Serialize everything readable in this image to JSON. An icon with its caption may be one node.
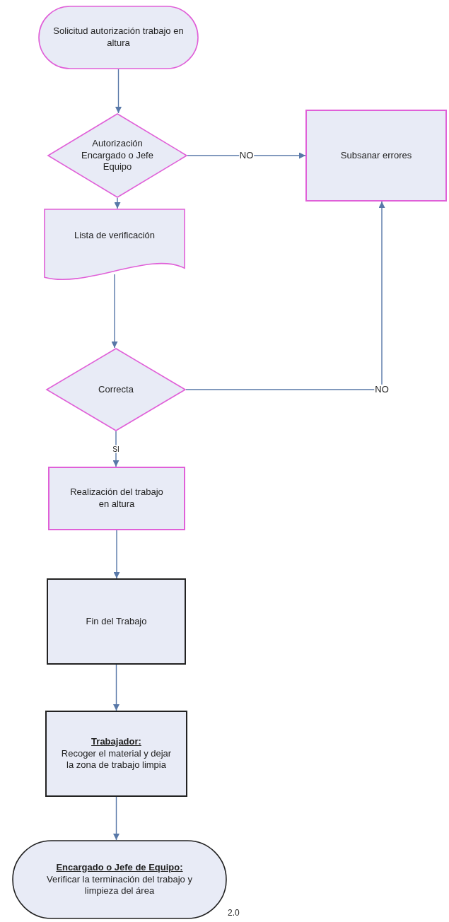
{
  "diagram": {
    "nodes": [
      {
        "text": [
          "Solicitud autorización trabajo en altura"
        ]
      },
      {
        "text": [
          "Autorización Encargado o Jefe Equipo"
        ]
      },
      {
        "text": [
          "Subsanar errores"
        ]
      },
      {
        "text": [
          "Lista de verificación"
        ]
      },
      {
        "text": [
          "Correcta"
        ]
      },
      {
        "text": [
          "Realización del trabajo en altura"
        ]
      },
      {
        "text": [
          "Fin del Trabajo"
        ]
      },
      {
        "text": [
          "Trabajador:",
          "Recoger el material y dejar la zona de trabajo limpia"
        ]
      },
      {
        "text": [
          "Encargado o Jefe de Equipo:",
          "Verificar la terminación del trabajo y limpieza del área"
        ]
      }
    ],
    "edges": [
      {
        "from": 0,
        "to": 1,
        "arrow": "to"
      },
      {
        "from": 1,
        "to": 2,
        "arrow": "to",
        "label": "NO"
      },
      {
        "from": 1,
        "to": 3,
        "arrow": "to"
      },
      {
        "from": 3,
        "to": 4,
        "arrow": "to"
      },
      {
        "from": 4,
        "to": 2,
        "arrow": "to",
        "label": "NO"
      },
      {
        "from": 4,
        "to": 5,
        "arrow": "to",
        "label": "SI"
      },
      {
        "from": 5,
        "to": 6,
        "arrow": "to"
      },
      {
        "from": 6,
        "to": 7,
        "arrow": "to"
      },
      {
        "from": 7,
        "to": 8,
        "arrow": "to"
      }
    ],
    "labels": [
      "2.0"
    ]
  }
}
